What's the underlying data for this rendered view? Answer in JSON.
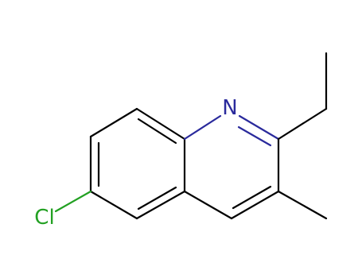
{
  "molecule": {
    "atoms": [
      {
        "id": "N1",
        "label": "N",
        "color": "#2a2a9c"
      },
      {
        "id": "Cl",
        "label": "Cl",
        "color": "#22a022"
      }
    ],
    "colors": {
      "carbon_bond": "#000000",
      "nitrogen": "#2a2a9c",
      "chlorine": "#22a022"
    }
  }
}
